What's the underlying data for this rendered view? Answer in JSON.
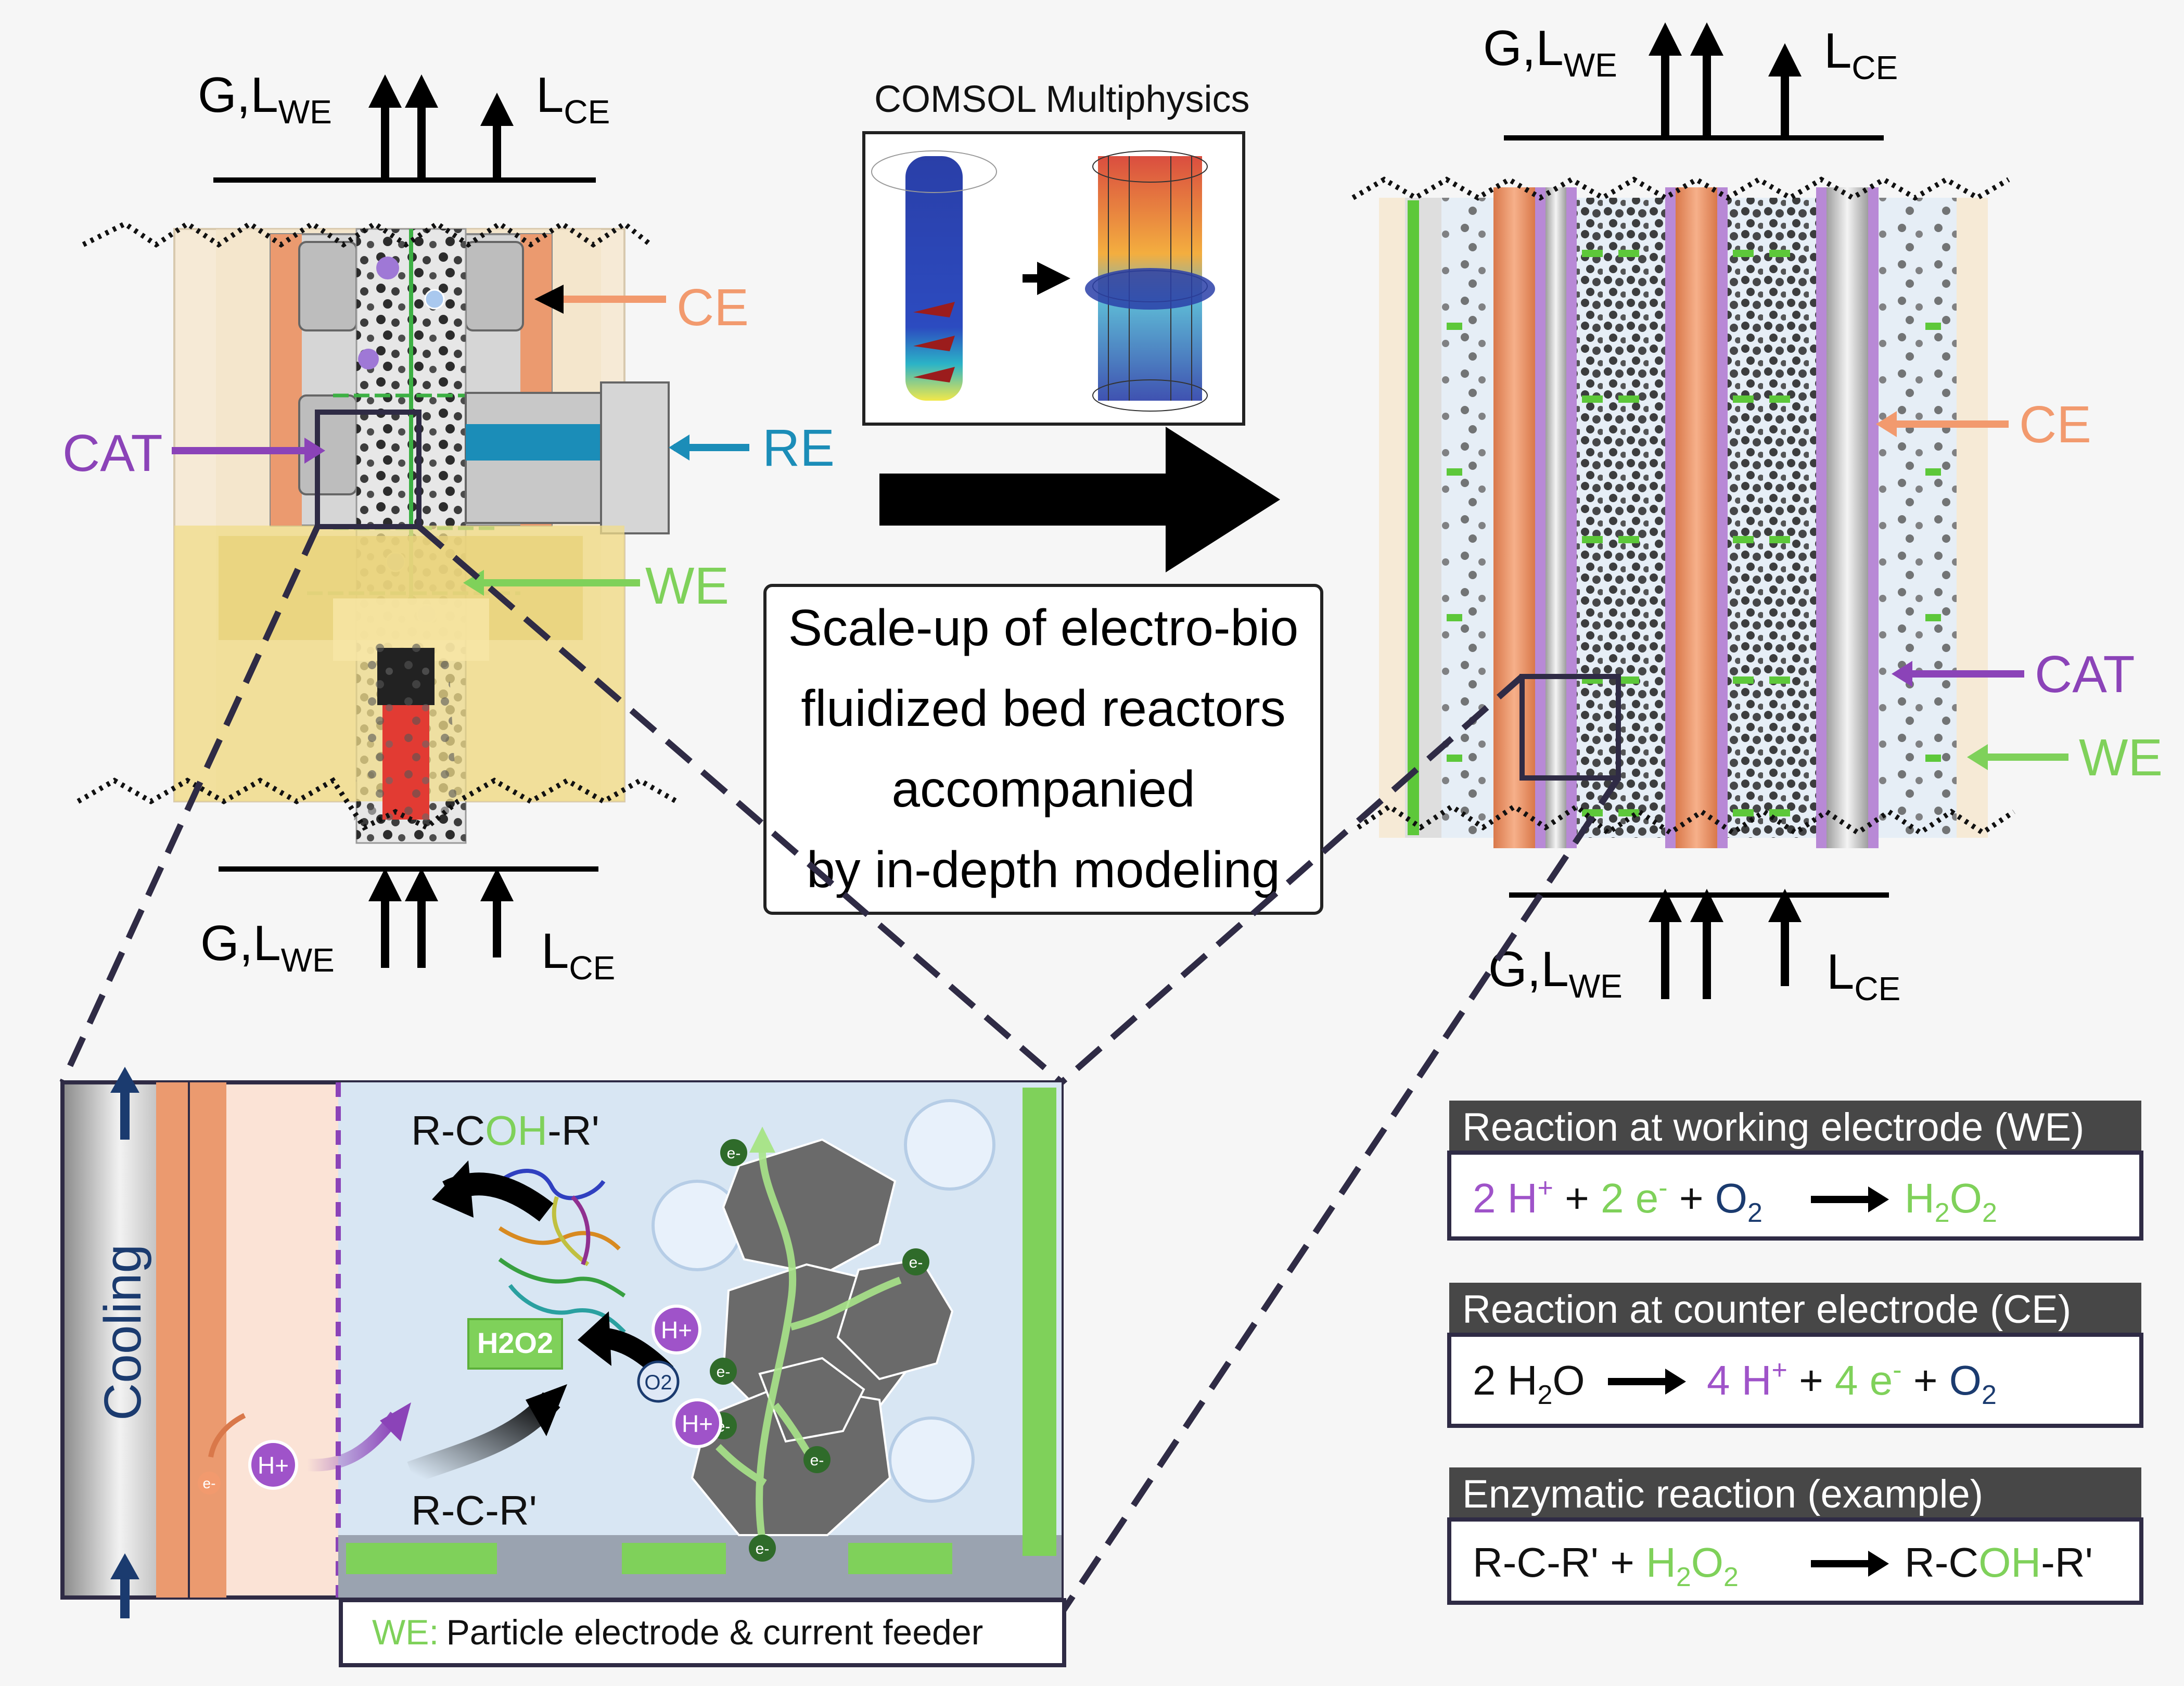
{
  "flow": {
    "g": "G,L",
    "we_sub": "WE",
    "l": "L",
    "ce_sub": "CE"
  },
  "labels": {
    "ce": "CE",
    "re": "RE",
    "cat": "CAT",
    "we": "WE"
  },
  "comsol": {
    "title": "COMSOL Multiphysics"
  },
  "scaleup": {
    "lines": [
      "Scale-up of electro-bio",
      "fluidized bed reactors",
      "accompanied",
      "by in-depth modeling"
    ]
  },
  "detail": {
    "cooling": "Cooling",
    "product": "R-COH-R'",
    "product_parts": [
      "R-C",
      "OH",
      "-R'"
    ],
    "substrate": "R-C-R'",
    "h2o2": "H2O2",
    "proton": "H+",
    "electron": "e-",
    "oxygen": "O2",
    "we_label": "WE:",
    "we_desc": "Particle electrode & current feeder"
  },
  "reactions": [
    {
      "title": "Reaction at working electrode (WE)",
      "equation": "2 H+ + 2 e- + O2 → H2O2"
    },
    {
      "title": "Reaction at counter electrode (CE)",
      "equation": "2 H2O → 4 H+ + 4 e- + O2"
    },
    {
      "title": "Enzymatic reaction (example)",
      "equation": "R-C-R' + H2O2 → R-COH-R'"
    }
  ],
  "colors": {
    "ce": "#f29a6e",
    "re": "#1b8db8",
    "cat": "#8b43b8",
    "we": "#7fd15a",
    "green_bar": "#5dc83a",
    "dark": "#2f2b45",
    "navy": "#1b3b6f",
    "cooling": "#1b3b6f"
  }
}
